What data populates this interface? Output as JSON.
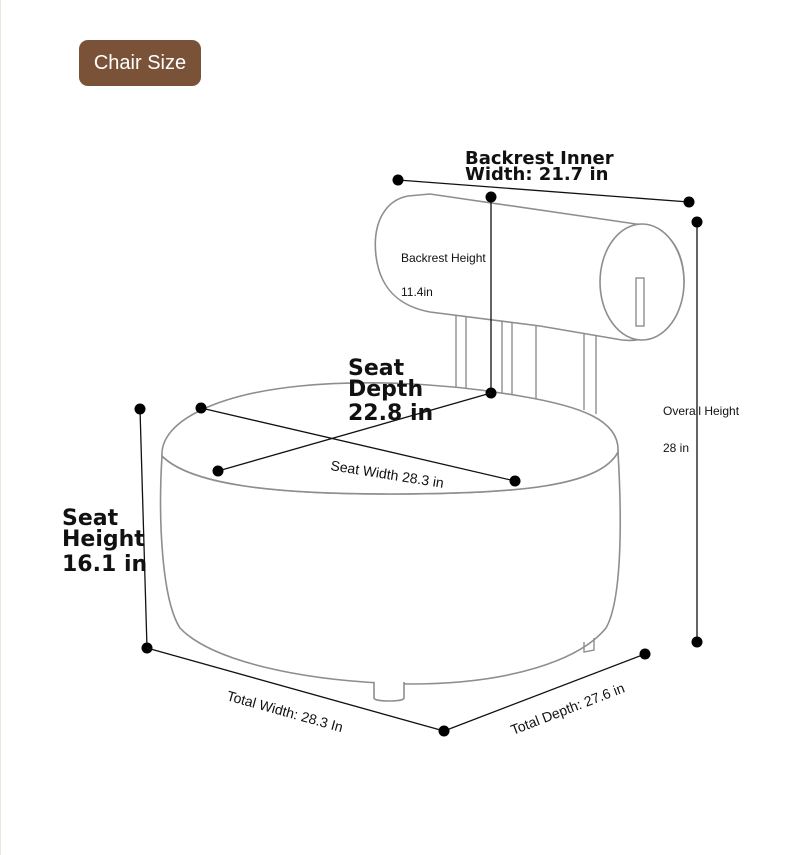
{
  "badge": {
    "label": "Chair Size"
  },
  "colors": {
    "badge_background": "#7a5238",
    "badge_text": "#ffffff",
    "outline": "#8e8e8e",
    "dimension_line": "#111111"
  },
  "dimensions": {
    "backrest_inner_width": {
      "line1": "Backrest Inner",
      "line2": "Width: 21.7 in"
    },
    "backrest_height": {
      "label": "Backrest Height",
      "value": "11.4in"
    },
    "seat_depth": {
      "line1": "Seat",
      "line2": "Depth",
      "value": "22.8 in"
    },
    "seat_width": {
      "label": "Seat Width 28.3 in"
    },
    "overall_height": {
      "label": "Overall Height",
      "value": "28 in"
    },
    "seat_height": {
      "line1": "Seat",
      "line2": "Height",
      "value": "16.1 in"
    },
    "total_width": {
      "label": "Total Width: 28.3 In"
    },
    "total_depth": {
      "label": "Total Depth: 27.6 in"
    }
  }
}
